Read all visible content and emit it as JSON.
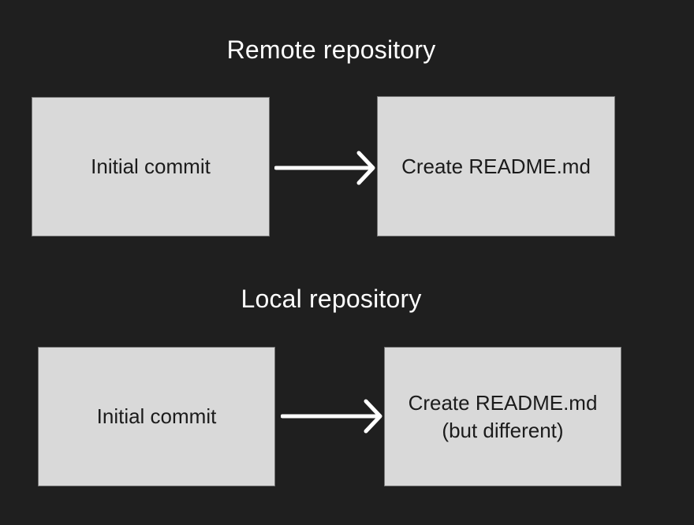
{
  "colors": {
    "background": "#1f1f1f",
    "box_fill": "#d9d9d9",
    "box_border": "#767676",
    "box_text": "#1b1b1b",
    "title_text": "#ffffff",
    "arrow": "#ffffff"
  },
  "sections": [
    {
      "title": "Remote repository",
      "nodes": [
        {
          "label": "Initial commit",
          "label_line2": ""
        },
        {
          "label": "Create README.md",
          "label_line2": ""
        }
      ]
    },
    {
      "title": "Local repository",
      "nodes": [
        {
          "label": "Initial commit",
          "label_line2": ""
        },
        {
          "label": "Create README.md",
          "label_line2": "(but different)"
        }
      ]
    }
  ]
}
